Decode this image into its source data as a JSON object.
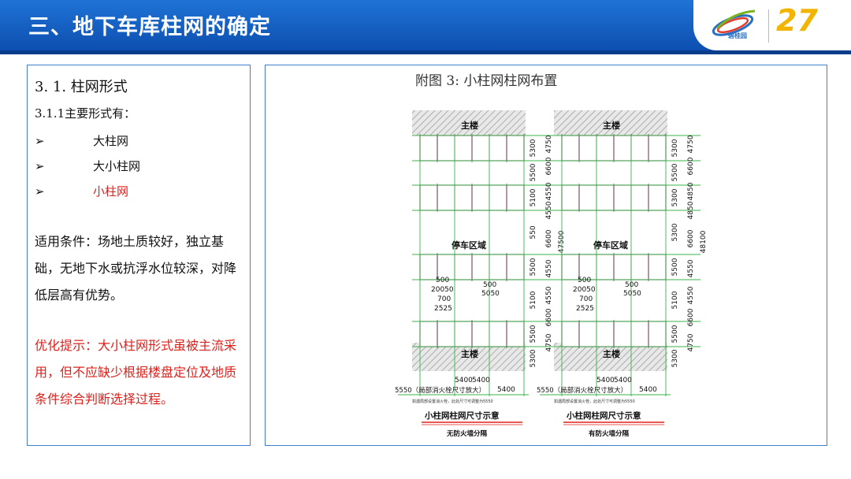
{
  "header": {
    "title": "三、地下车库柱网的确定",
    "logo_brand": "碧桂园",
    "logo_anniversary": "27"
  },
  "left": {
    "section_title": "3. 1. 柱网形式",
    "subsection": "3.1.1主要形式有：",
    "bullets": [
      {
        "arrow": "➢",
        "text": "大柱网"
      },
      {
        "arrow": "➢",
        "text": "大小柱网"
      },
      {
        "arrow": "➢",
        "text": "小柱网"
      }
    ],
    "condition": "适用条件：场地土质较好，独立基础，无地下水或抗浮水位较深，对降低层高有优势。",
    "tip": "优化提示：大小柱网形式虽被主流采用，但不应缺少根据楼盘定位及地质条件综合判断选择过程。"
  },
  "figure": {
    "caption": "附图 3: 小柱网柱网布置",
    "plans": [
      {
        "top_label": "主楼",
        "bottom_label": "主楼",
        "area_label": "停车区域",
        "inner_dims": [
          "5300",
          "5500",
          "5100",
          "550",
          "5500",
          "5100",
          "5500",
          "5300"
        ],
        "outer_dims": [
          "4750",
          "6600",
          "4550",
          "4550",
          "6600",
          "4550",
          "4550",
          "6600",
          "4750"
        ],
        "total": "47500",
        "bay_labels": [
          "500",
          "20050",
          "700",
          "2525",
          "500",
          "5050"
        ],
        "bottom_dims": [
          "5400",
          "5400",
          "5400"
        ],
        "left_note": "5550（局部消火栓尺寸放大）",
        "small_note": "如遇局部设置消火栓，此处尺寸可调整为5550",
        "diagram_title": "小柱网柱网尺寸示意",
        "diagram_subtitle": "无防火墙分隔"
      },
      {
        "top_label": "主楼",
        "bottom_label": "主楼",
        "area_label": "停车区域",
        "inner_dims": [
          "5300",
          "5500",
          "5300",
          "5300",
          "5500",
          "5100",
          "5500",
          "5300"
        ],
        "outer_dims": [
          "4750",
          "6600",
          "4850",
          "4850",
          "6600",
          "4550",
          "4550",
          "6600",
          "4750"
        ],
        "total": "48100",
        "bay_labels": [
          "500",
          "20050",
          "700",
          "2525",
          "500",
          "5050"
        ],
        "bottom_dims": [
          "5400",
          "5400",
          "5400"
        ],
        "left_note": "5550（局部消火栓尺寸放大）",
        "small_note": "如遇局部设置消火栓，此处尺寸可调整为5550",
        "diagram_title": "小柱网柱网尺寸示意",
        "diagram_subtitle": "有防火墙分隔"
      }
    ]
  }
}
